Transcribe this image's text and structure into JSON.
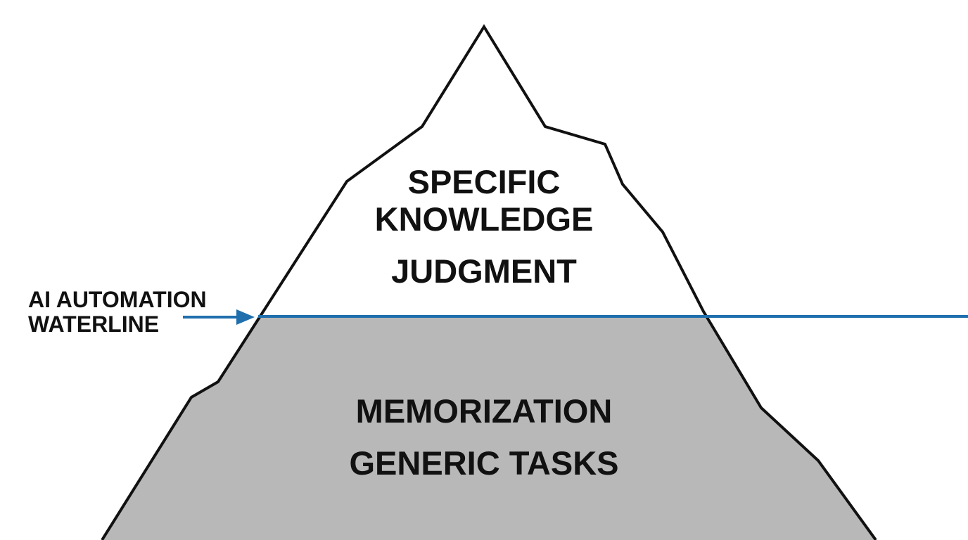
{
  "diagram": {
    "above_water": {
      "lines": [
        "SPECIFIC",
        "KNOWLEDGE",
        "JUDGMENT"
      ]
    },
    "below_water": {
      "lines": [
        "MEMORIZATION",
        "GENERIC TASKS"
      ]
    },
    "waterline": {
      "label_lines": [
        "AI AUTOMATION",
        "WATERLINE"
      ],
      "color": "#1f6fad"
    },
    "colors": {
      "background": "#ffffff",
      "submerged_fill": "#b8b8b8",
      "outline": "#111111",
      "text": "#111111"
    }
  }
}
